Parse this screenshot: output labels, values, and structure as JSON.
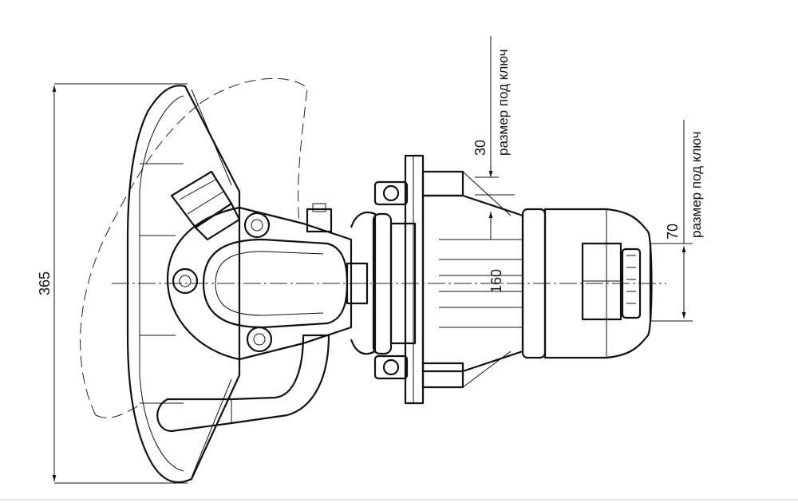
{
  "drawing": {
    "dimensions": {
      "overall_height": "365",
      "wrench_size_small": "30",
      "flange_bolt_circle": "160",
      "wrench_size_large": "70"
    },
    "notes": {
      "wrench_note_1": "размер под ключ",
      "wrench_note_2": "размер под ключ"
    },
    "line_color": "#111111"
  }
}
